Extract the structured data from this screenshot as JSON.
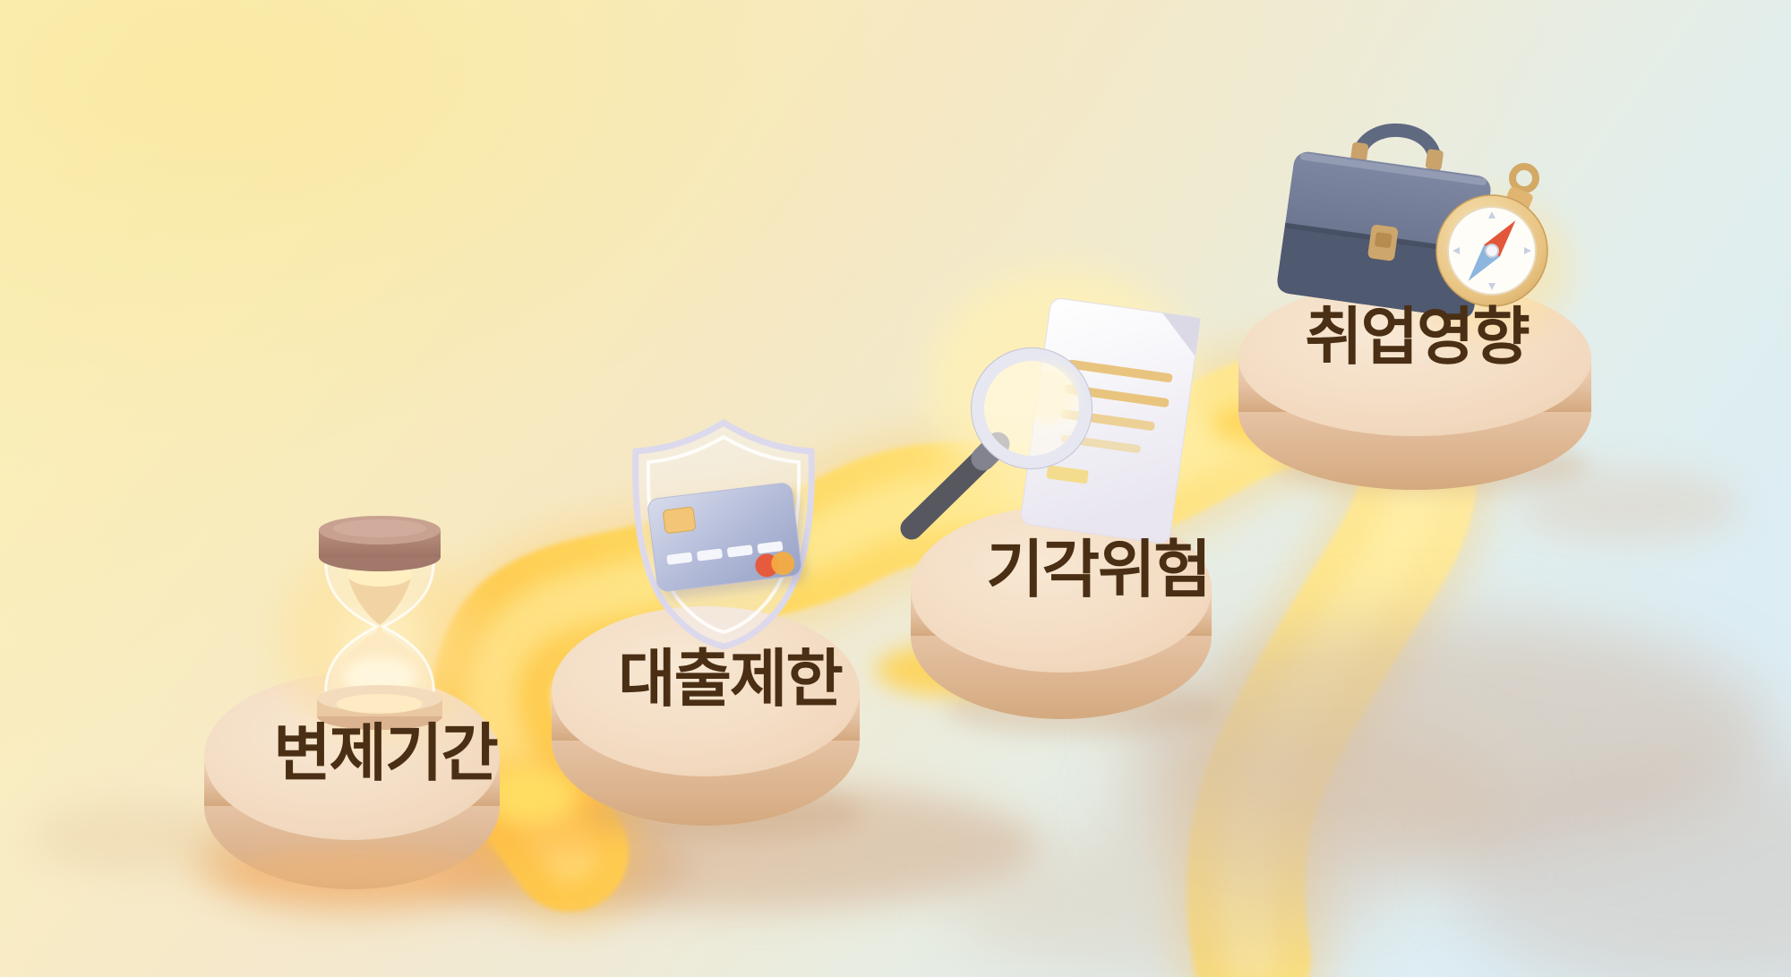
{
  "figure": {
    "kind": "3d-step-infographic",
    "description_visible_text_only": true
  },
  "steps": [
    {
      "id": 1,
      "label": "변제기간",
      "icon": "hourglass-icon"
    },
    {
      "id": 2,
      "label": "대출제한",
      "icon": "shield-credit-card-icon"
    },
    {
      "id": 3,
      "label": "기각위험",
      "icon": "magnifier-document-icon"
    },
    {
      "id": 4,
      "label": "취업영향",
      "icon": "briefcase-compass-icon"
    }
  ],
  "colors": {
    "background_left": "#FBF1BD",
    "background_right": "#DCEDF4",
    "ribbon": "#FFD84F",
    "ribbon_highlight": "#FFF3B0",
    "platform_top": "#F3DCC3",
    "platform_side": "#E2BD9C",
    "label_text": "#4A2F15",
    "glow_orange": "#FFB947",
    "briefcase": "#5D6780",
    "compass_gold": "#E8C381",
    "card_red": "#E65A3E",
    "card_orange": "#F5AB3D"
  }
}
